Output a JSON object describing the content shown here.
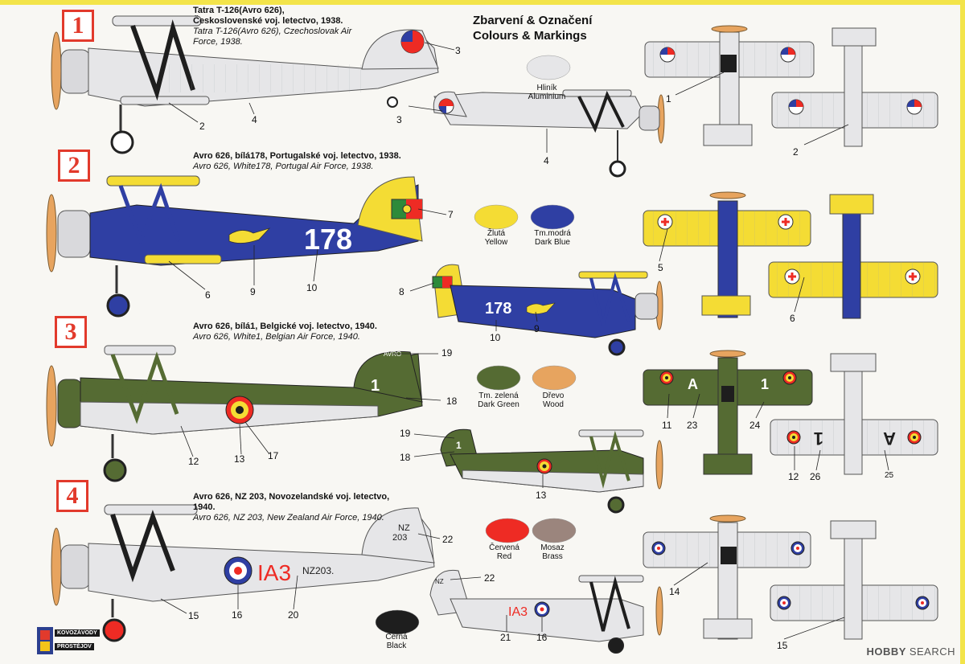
{
  "sheet": {
    "title_cz": "Zbarvení & Označení",
    "title_en": "Colours & Markings"
  },
  "variants": [
    {
      "badge": "1",
      "title": "Tatra T-126(Avro 626), Československé voj. letectvo, 1938.",
      "subtitle": "Tatra T-126(Avro 626), Czechoslovak Air Force, 1938."
    },
    {
      "badge": "2",
      "title": "Avro 626, bílá178, Portugalské voj. letectvo, 1938.",
      "subtitle": "Avro 626, White178, Portugal Air Force, 1938."
    },
    {
      "badge": "3",
      "title": "Avro 626, bílá1, Belgické voj. letectvo, 1940.",
      "subtitle": "Avro 626, White1, Belgian Air Force, 1940."
    },
    {
      "badge": "4",
      "title": "Avro 626, NZ 203, Novozelandské voj. letectvo, 1940.",
      "subtitle": "Avro 626, NZ 203, New Zealand Air Force, 1940."
    }
  ],
  "swatches": [
    {
      "cz": "Hliník",
      "en": "Aluminium",
      "color": "#e6e6e8"
    },
    {
      "cz": "Žlutá",
      "en": "Yellow",
      "color": "#f4dc34"
    },
    {
      "cz": "Tm.modrá",
      "en": "Dark Blue",
      "color": "#2f3fa3"
    },
    {
      "cz": "Tm. zelená",
      "en": "Dark Green",
      "color": "#556b33"
    },
    {
      "cz": "Dřevo",
      "en": "Wood",
      "color": "#e7a45f"
    },
    {
      "cz": "Červená",
      "en": "Red",
      "color": "#ee2b24"
    },
    {
      "cz": "Mosaz",
      "en": "Brass",
      "color": "#9b857d"
    },
    {
      "cz": "Černá",
      "en": "Black",
      "color": "#1e1e1e"
    }
  ],
  "markings": {
    "p2_serial": "178",
    "p3_code": "1",
    "p3_wing_a": "A",
    "p3_wing_1": "1",
    "p3_avro": "AVRO",
    "p4_code": "IA3",
    "p4_serial": "NZ203.",
    "p4_fin": "NZ",
    "p4_fin2": "203"
  },
  "callouts": [
    "1",
    "2",
    "3",
    "4",
    "5",
    "6",
    "7",
    "8",
    "9",
    "10",
    "11",
    "12",
    "13",
    "14",
    "15",
    "16",
    "17",
    "18",
    "19",
    "20",
    "21",
    "22",
    "23",
    "24",
    "25",
    "26"
  ],
  "logo": {
    "line1": "KOVOZÁVODY",
    "line2": "PROSTĚJOV"
  },
  "watermark": {
    "brand": "HOBBY",
    "rest": "SEARCH"
  },
  "colors": {
    "accent": "#e23a2c",
    "frame": "#f3e44a",
    "aluminium": "#e6e6e8",
    "yellow": "#f4dc34",
    "blue": "#2f3fa3",
    "green": "#556b33"
  }
}
